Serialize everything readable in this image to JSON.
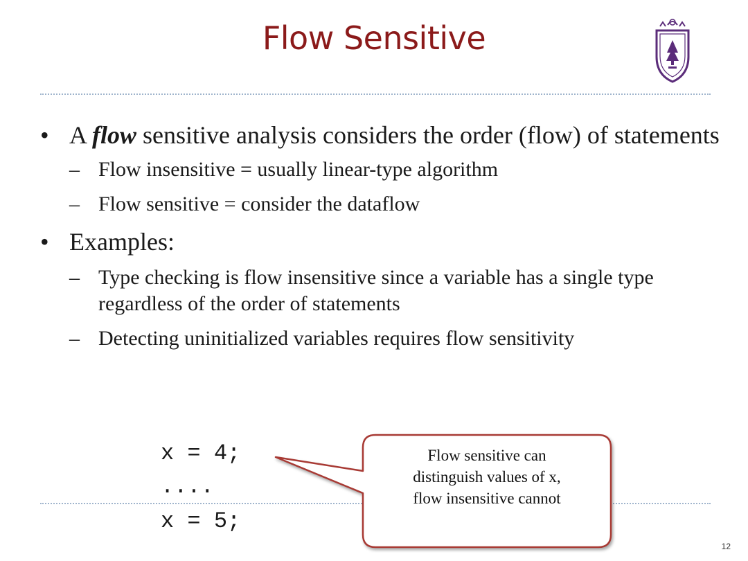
{
  "slide": {
    "title": "Flow Sensitive",
    "logo_icon": "university-seal-icon",
    "bullet1": {
      "pre": "A ",
      "emph": "flow",
      "post": " sensitive analysis considers the order (flow) of statements",
      "subs": [
        "Flow insensitive = usually linear-type algorithm",
        "Flow sensitive = consider the dataflow"
      ]
    },
    "bullet2": {
      "text": "Examples:",
      "subs": [
        "Type checking is flow insensitive since a variable has a single type regardless of the order of statements",
        "Detecting uninitialized variables requires flow sensitivity"
      ]
    },
    "bullet_glyph": "•",
    "dash_glyph": "–",
    "code_lines": [
      "x = 4;",
      "....",
      "x = 5;"
    ],
    "callout_lines": [
      "Flow sensitive can",
      "distinguish values of x,",
      "flow insensitive cannot"
    ],
    "page_number": "12",
    "colors": {
      "title": "#8b1a1a",
      "callout_border": "#a83a34",
      "rule": "#9fb4cc",
      "logo": "#5b2c7a"
    }
  }
}
